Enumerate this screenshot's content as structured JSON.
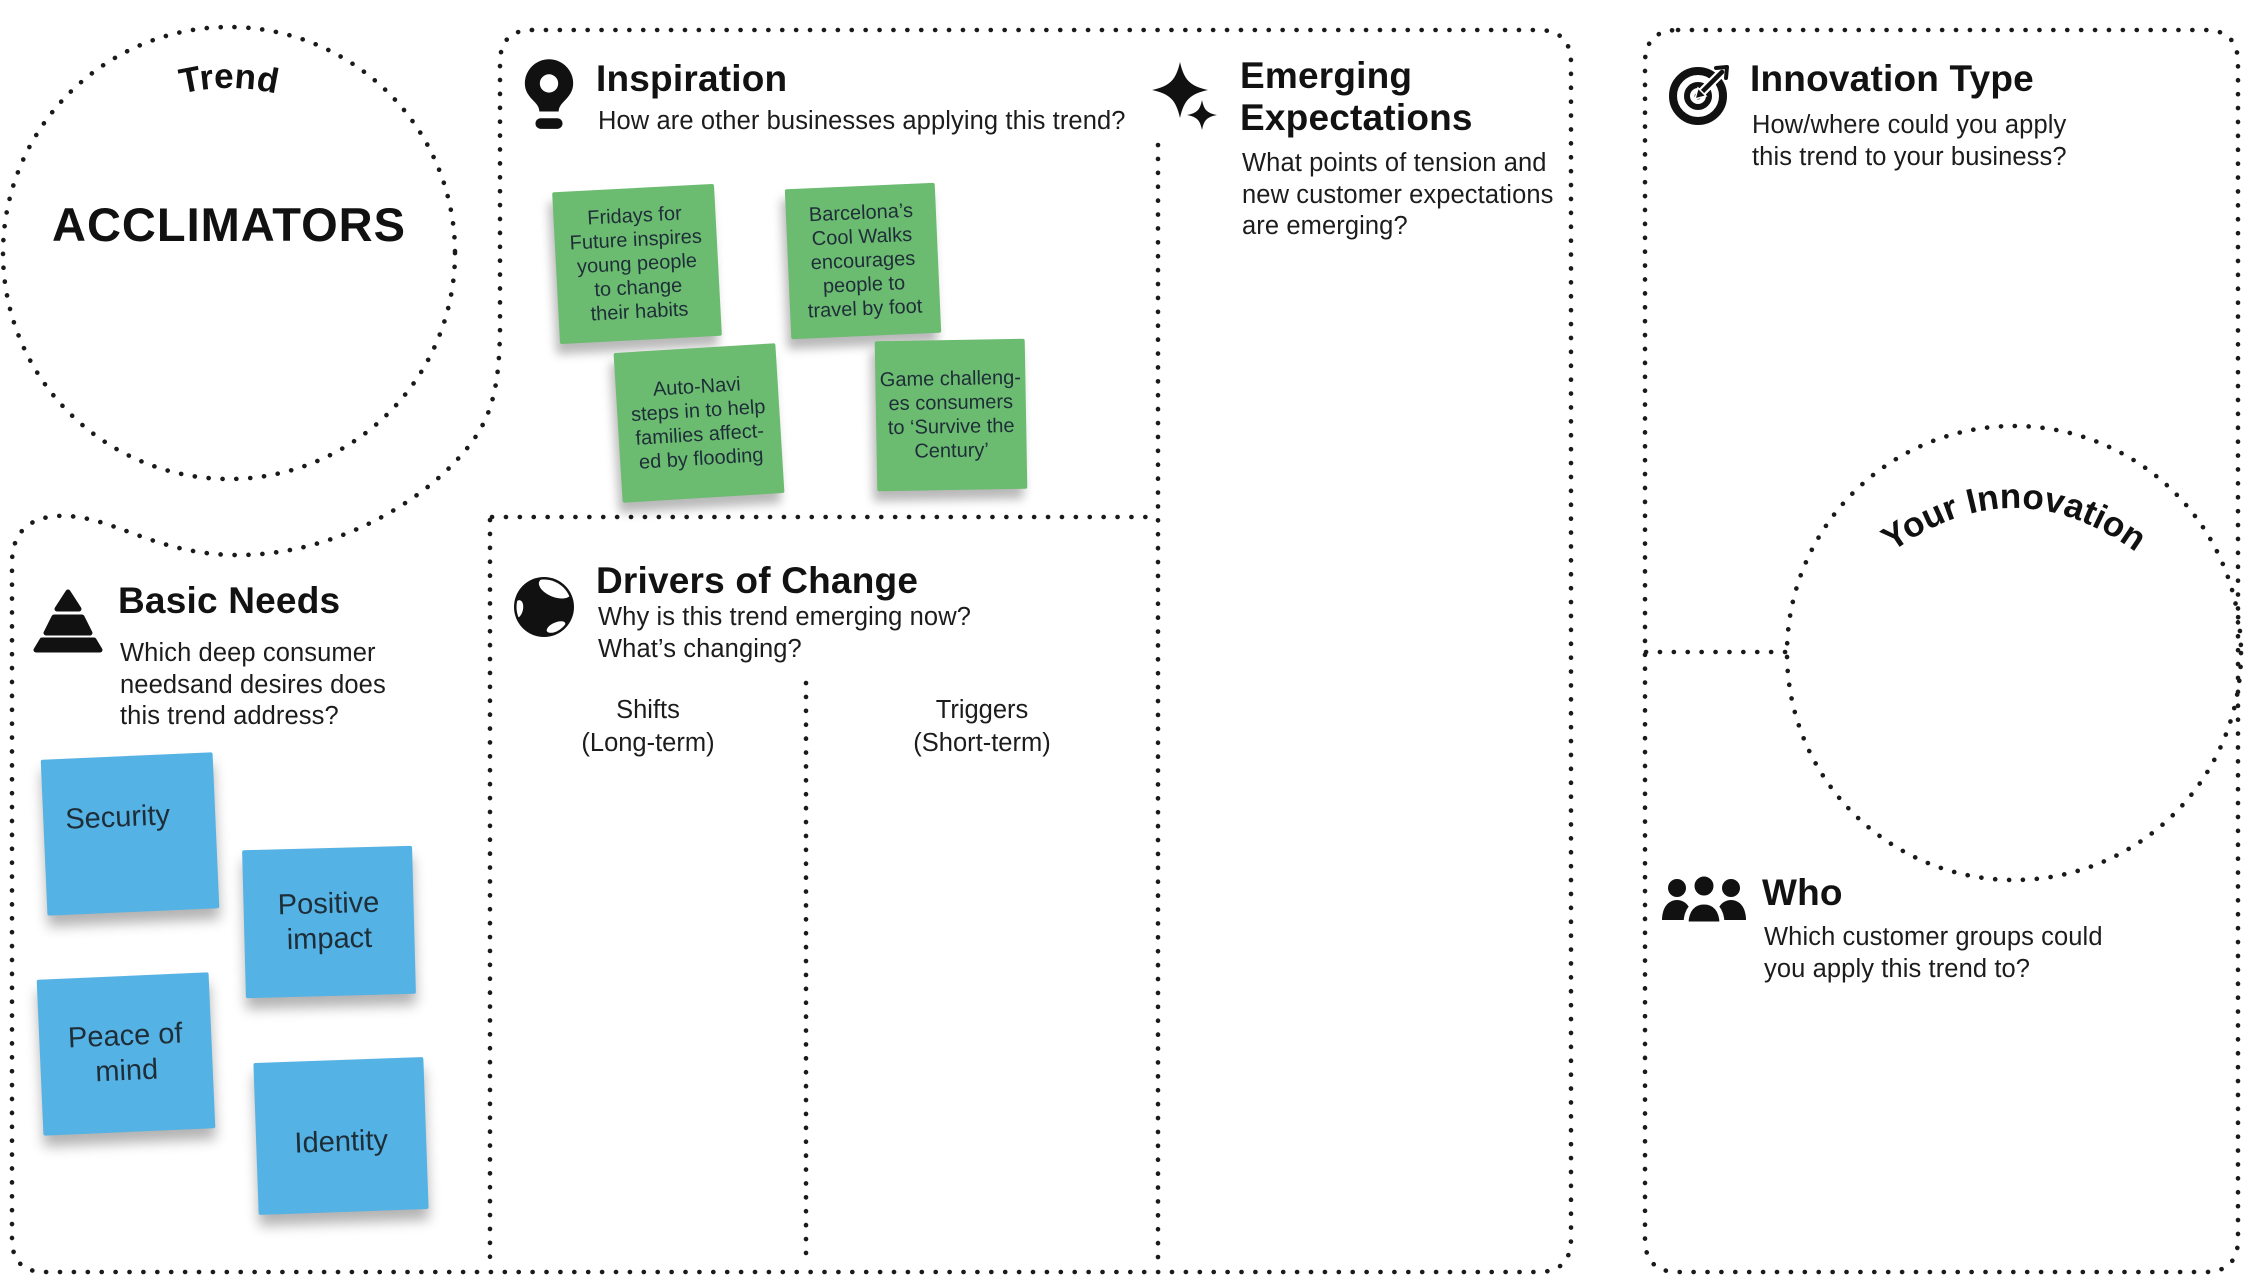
{
  "trend": {
    "label": "Trend",
    "name": "ACCLIMATORS"
  },
  "your_innovation": {
    "label": "Your Innovation"
  },
  "sections": {
    "inspiration": {
      "title": "Inspiration",
      "subtitle": "How are other businesses applying this trend?",
      "icon": "lightbulb-icon",
      "stickies": [
        {
          "text": "Fridays for\nFuture inspires\nyoung people\nto change\ntheir habits"
        },
        {
          "text": "Barcelona’s\nCool Walks\nencourages\npeople to\ntravel by foot"
        },
        {
          "text": "Auto-Navi\nsteps in to help\nfamilies affect-\ned by flooding"
        },
        {
          "text": "Game challeng-\nes consumers\nto ‘Survive the\nCentury’"
        }
      ]
    },
    "emerging_expectations": {
      "title": "Emerging\nExpectations",
      "subtitle": "What points of tension and\nnew customer expectations\nare emerging?",
      "icon": "sparkles-icon"
    },
    "drivers_of_change": {
      "title": "Drivers of Change",
      "subtitle": "Why is this trend emerging now?\nWhat’s changing?",
      "icon": "globe-icon",
      "columns": [
        {
          "label": "Shifts\n(Long-term)"
        },
        {
          "label": "Triggers\n(Short-term)"
        }
      ]
    },
    "basic_needs": {
      "title": "Basic Needs",
      "subtitle": "Which deep consumer\nneedsand desires does\nthis trend address?",
      "icon": "pyramid-icon",
      "stickies": [
        {
          "text": "Security"
        },
        {
          "text": "Positive\nimpact"
        },
        {
          "text": "Peace of\nmind"
        },
        {
          "text": "Identity"
        }
      ]
    },
    "innovation_type": {
      "title": "Innovation Type",
      "subtitle": "How/where could you apply\nthis trend to your business?",
      "icon": "target-icon"
    },
    "who": {
      "title": "Who",
      "subtitle": "Which customer groups could\nyou apply this trend to?",
      "icon": "people-icon"
    }
  },
  "colors": {
    "sticky_green": "#6bbb70",
    "sticky_blue": "#55b2e4",
    "ink": "#1a1a1a"
  }
}
